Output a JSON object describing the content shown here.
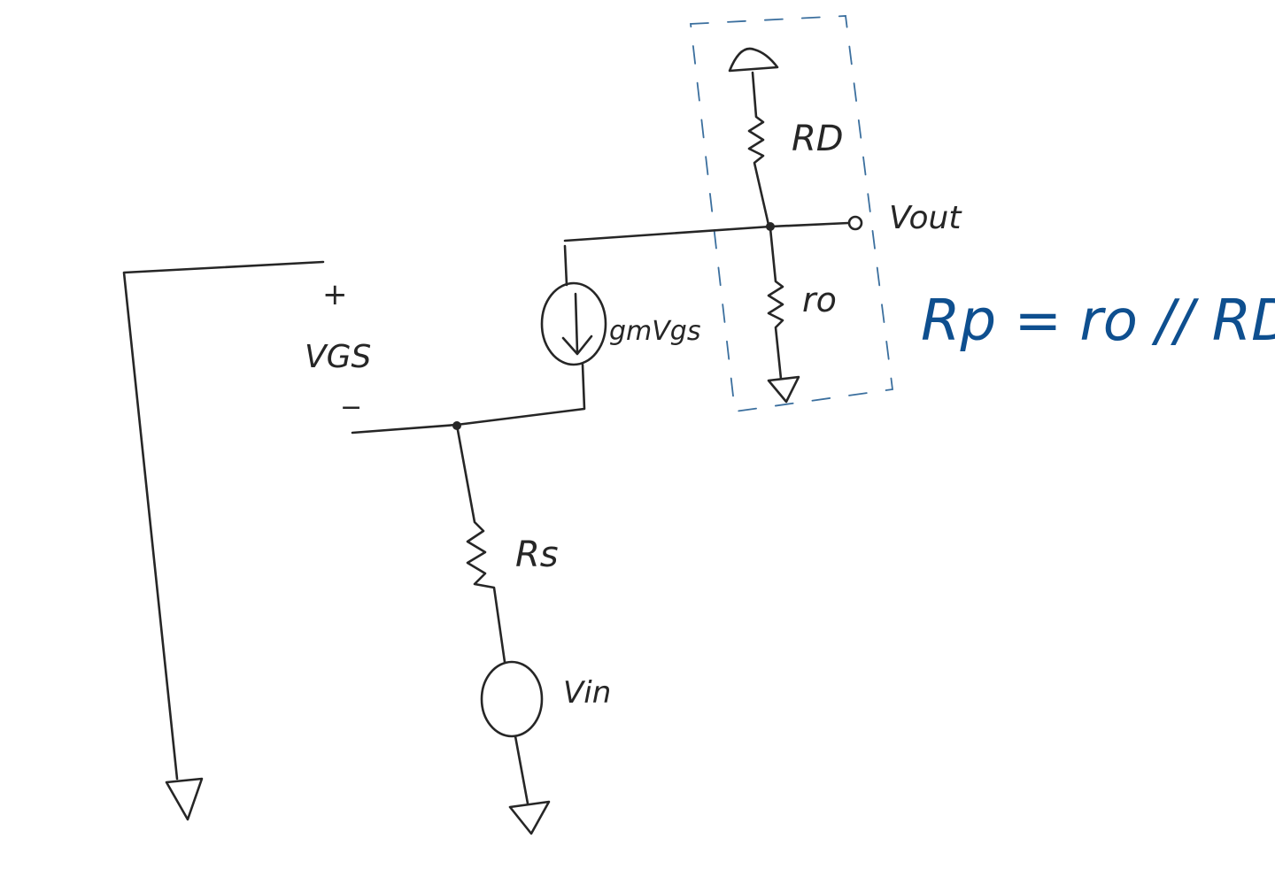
{
  "colors": {
    "ink": "#262626",
    "annotation_ink": "#0e4f8f",
    "dashed_box": "#3b6f9e",
    "background": "#ffffff"
  },
  "labels": {
    "vgs_plus": "+",
    "vgs": "VGS",
    "vgs_minus": "−",
    "gm_vgs": "gmVgs",
    "rd": "RD",
    "ro": "ro",
    "vout": "Vout",
    "rs": "Rs",
    "vin": "Vin",
    "rp_equation": "Rp = ro // RD"
  },
  "components": [
    {
      "kind": "voltage-source",
      "label_ref": "vin"
    },
    {
      "kind": "resistor",
      "label_ref": "rs"
    },
    {
      "kind": "dependent-current-source",
      "label_ref": "gm_vgs"
    },
    {
      "kind": "resistor",
      "label_ref": "rd"
    },
    {
      "kind": "resistor",
      "label_ref": "ro"
    },
    {
      "kind": "output-terminal",
      "label_ref": "vout"
    },
    {
      "kind": "ground",
      "count": 3
    },
    {
      "kind": "vdd-supply",
      "count": 1
    }
  ]
}
